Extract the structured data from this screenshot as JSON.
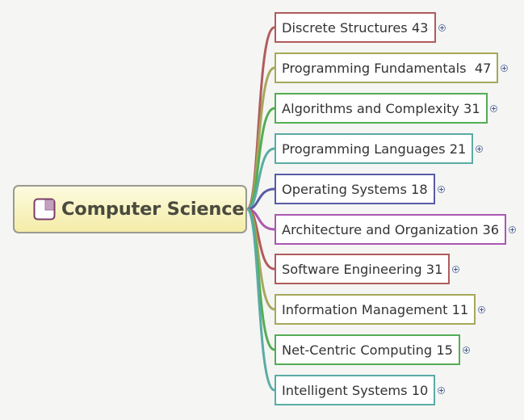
{
  "root": {
    "title": "Computer Science",
    "icon": "note-icon"
  },
  "topics": [
    {
      "label": "Discrete Structures 43",
      "color": "#b05c5c",
      "expandable": true
    },
    {
      "label": "Programming Fundamentals  47",
      "color": "#a6a85a",
      "expandable": true
    },
    {
      "label": "Algorithms and Complexity 31",
      "color": "#54ad54",
      "expandable": true
    },
    {
      "label": "Programming Languages 21",
      "color": "#5aaca4",
      "expandable": true
    },
    {
      "label": "Operating Systems 18",
      "color": "#585ca4",
      "expandable": true
    },
    {
      "label": "Architecture and Organization 36",
      "color": "#aa58b0",
      "expandable": true
    },
    {
      "label": "Software Engineering 31",
      "color": "#b05c5c",
      "expandable": true
    },
    {
      "label": "Information Management 11",
      "color": "#a6a85a",
      "expandable": true
    },
    {
      "label": "Net-Centric Computing 15",
      "color": "#54ad54",
      "expandable": true
    },
    {
      "label": "Intelligent Systems 10",
      "color": "#5aaca4",
      "expandable": true
    }
  ]
}
